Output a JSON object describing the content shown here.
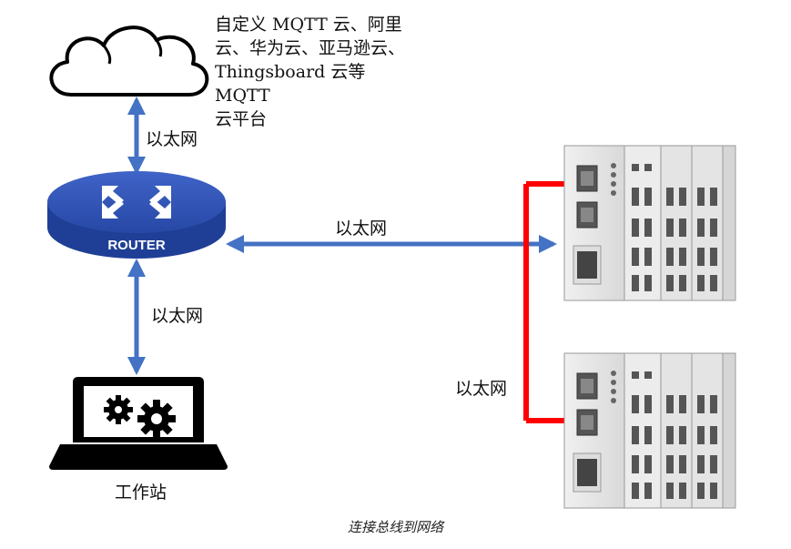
{
  "cloud": {
    "description_lines": [
      "自定义 MQTT 云、阿里",
      "云、华为云、亚马逊云、",
      "Thingsboard 云等 MQTT",
      "云平台"
    ]
  },
  "router": {
    "label": "ROUTER"
  },
  "links": {
    "cloud_router": "以太网",
    "router_plc": "以太网",
    "router_workstation": "以太网",
    "plc_bus": "以太网"
  },
  "workstation": {
    "label": "工作站"
  },
  "caption": "连接总线到网络",
  "colors": {
    "link_blue": "#4472c4",
    "link_red": "#ff0000",
    "router_blue": "#1f3f96"
  }
}
